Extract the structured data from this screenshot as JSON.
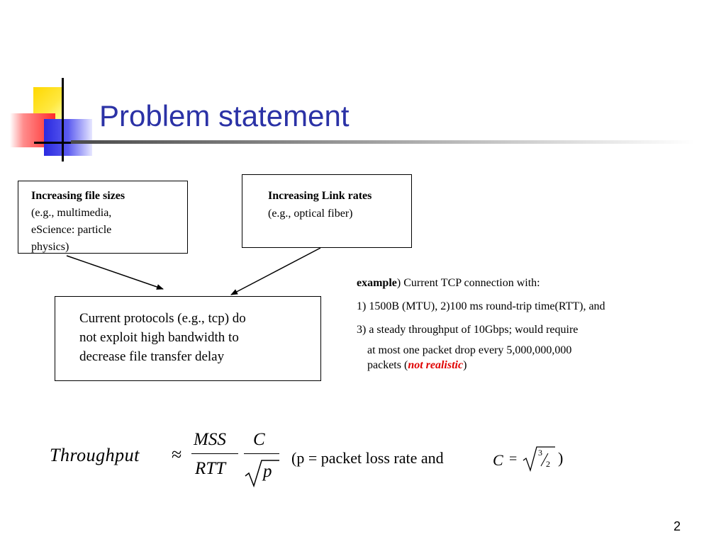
{
  "slide": {
    "title": "Problem statement",
    "page_number": "2"
  },
  "box_file_sizes": {
    "heading": "Increasing file sizes",
    "lines": [
      "(e.g., multimedia,",
      "eScience:  particle",
      "physics)"
    ]
  },
  "box_link_rates": {
    "heading": "Increasing Link rates",
    "lines": [
      "(e.g., optical fiber)"
    ]
  },
  "box_protocols": {
    "lines": [
      "Current protocols (e.g., tcp) do",
      "not exploit high bandwidth to",
      "decrease file transfer delay"
    ]
  },
  "example": {
    "label": "example",
    "intro": ") Current TCP connection with:",
    "line2": "1) 1500B (MTU), 2)100 ms round-trip time(RTT), and",
    "line3": "3) a steady throughput of 10Gbps; would require",
    "line4": "at most  one packet drop every 5,000,000,000",
    "line5_prefix": "packets (",
    "line5_emphasis": "not realistic",
    "line5_suffix": ")",
    "emphasis_color": "#e00000"
  },
  "formula": {
    "lhs": "Throughput",
    "approx": "≈",
    "frac1_num": "MSS",
    "frac1_den": "RTT",
    "frac2_num": "C",
    "frac2_den": "p",
    "note_prefix": "(p = packet loss rate and",
    "c_symbol": "C",
    "equals": "=",
    "sqrt_num": "3",
    "sqrt_den": "2",
    "note_suffix": ")"
  },
  "colors": {
    "title": "#2b32a6",
    "logo_yellow": "#ffd800",
    "logo_red": "#ff2a2a",
    "logo_blue": "#2a2ae0"
  }
}
